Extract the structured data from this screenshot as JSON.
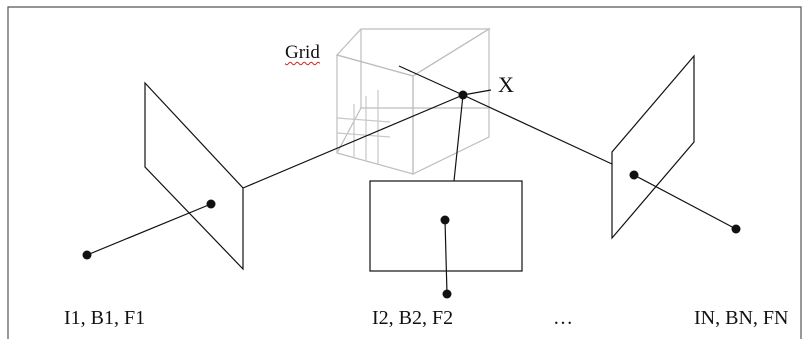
{
  "labels": {
    "grid": "Grid",
    "point": "X",
    "ellipsis": "…"
  },
  "cameras": [
    {
      "label": "I1, B1, F1"
    },
    {
      "label": "I2, B2, F2"
    },
    {
      "label": "IN, BN, FN"
    }
  ],
  "colors": {
    "line": "#111111",
    "grid_cube": "#bdbdbd",
    "frame": "#555555",
    "spellcheck_underline": "#d02020"
  }
}
